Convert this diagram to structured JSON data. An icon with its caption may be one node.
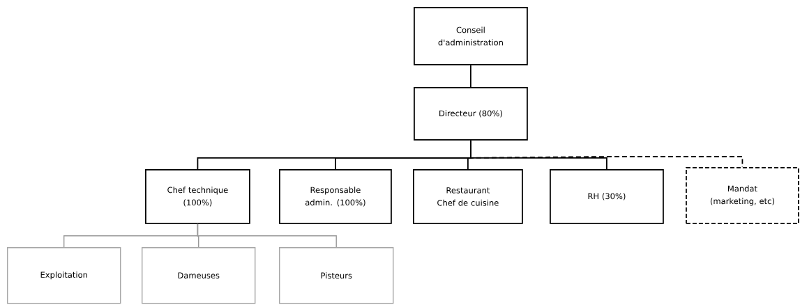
{
  "diagram": {
    "nodes": [
      {
        "text": [
          "Conseil d'administration"
        ]
      },
      {
        "text": [
          "Directeur (80%)"
        ]
      },
      {
        "text": [
          "Chef technique (100%)"
        ]
      },
      {
        "text": [
          "Responsable admin. (100%)"
        ]
      },
      {
        "text": [
          "Restaurant",
          "Chef de cuisine"
        ]
      },
      {
        "text": [
          "RH (30%)"
        ]
      },
      {
        "text": [
          "Mandat",
          "(marketing, etc)"
        ]
      },
      {
        "text": [
          "Exploitation"
        ]
      },
      {
        "text": [
          "Dameuses"
        ]
      },
      {
        "text": [
          "Pisteurs"
        ]
      }
    ],
    "edges": [
      {
        "from": 0,
        "to": 1,
        "arrow": "none"
      },
      {
        "from": 1,
        "to": 2,
        "arrow": "none"
      },
      {
        "from": 1,
        "to": 3,
        "arrow": "none"
      },
      {
        "from": 1,
        "to": 4,
        "arrow": "none"
      },
      {
        "from": 1,
        "to": 5,
        "arrow": "none"
      },
      {
        "from": 1,
        "to": 6,
        "arrow": "none",
        "style": "dashed"
      },
      {
        "from": 2,
        "to": 7,
        "arrow": "none",
        "color": "#999999"
      },
      {
        "from": 2,
        "to": 8,
        "arrow": "none",
        "color": "#999999"
      },
      {
        "from": 2,
        "to": 9,
        "arrow": "none",
        "color": "#999999"
      }
    ]
  }
}
